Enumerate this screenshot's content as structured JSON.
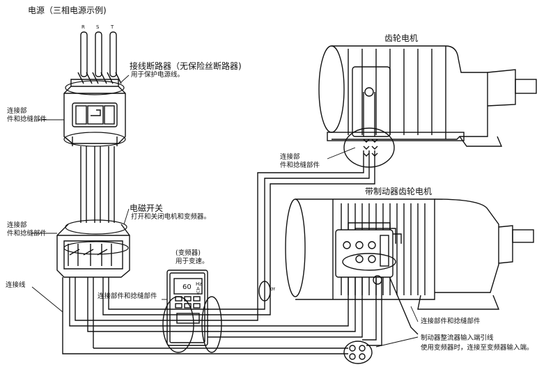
{
  "power": {
    "title": "电源（三相电源示例)",
    "r": "R",
    "s": "S",
    "t": "T"
  },
  "breaker": {
    "title": "接线断路器（无保险丝断路器)",
    "desc": "用于保护电源线。"
  },
  "conn_breaker": {
    "line1": "连接部",
    "line2": "件和捻缝部件"
  },
  "conn_magnetic": {
    "line1": "连接部",
    "line2": "件和捻缝部件"
  },
  "connection_wire": "连接线",
  "magnetic_switch": {
    "title": "电磁开关",
    "desc": "打开和关闭电机和变频器。"
  },
  "inverter": {
    "title": "(变频器)",
    "desc": "用于变速。",
    "display": "60",
    "unit_hz": "Hz",
    "unit_a": "A",
    "unit_v": "V"
  },
  "gear_motor": {
    "title": "齿轮电机"
  },
  "conn_gear": {
    "line1": "连接部",
    "line2": "件和捻缝部件"
  },
  "brake_motor": {
    "title": "带制动器齿轮电机"
  },
  "conn_inverter": "连接部件和捻缝部件",
  "conn_brake": "连接部件和捻缝部件",
  "brake_rectifier": {
    "title": "制动器整流器输入端引线",
    "desc": "使用变频器时，连接至变频器输入端。"
  },
  "ground_mark": "σr"
}
